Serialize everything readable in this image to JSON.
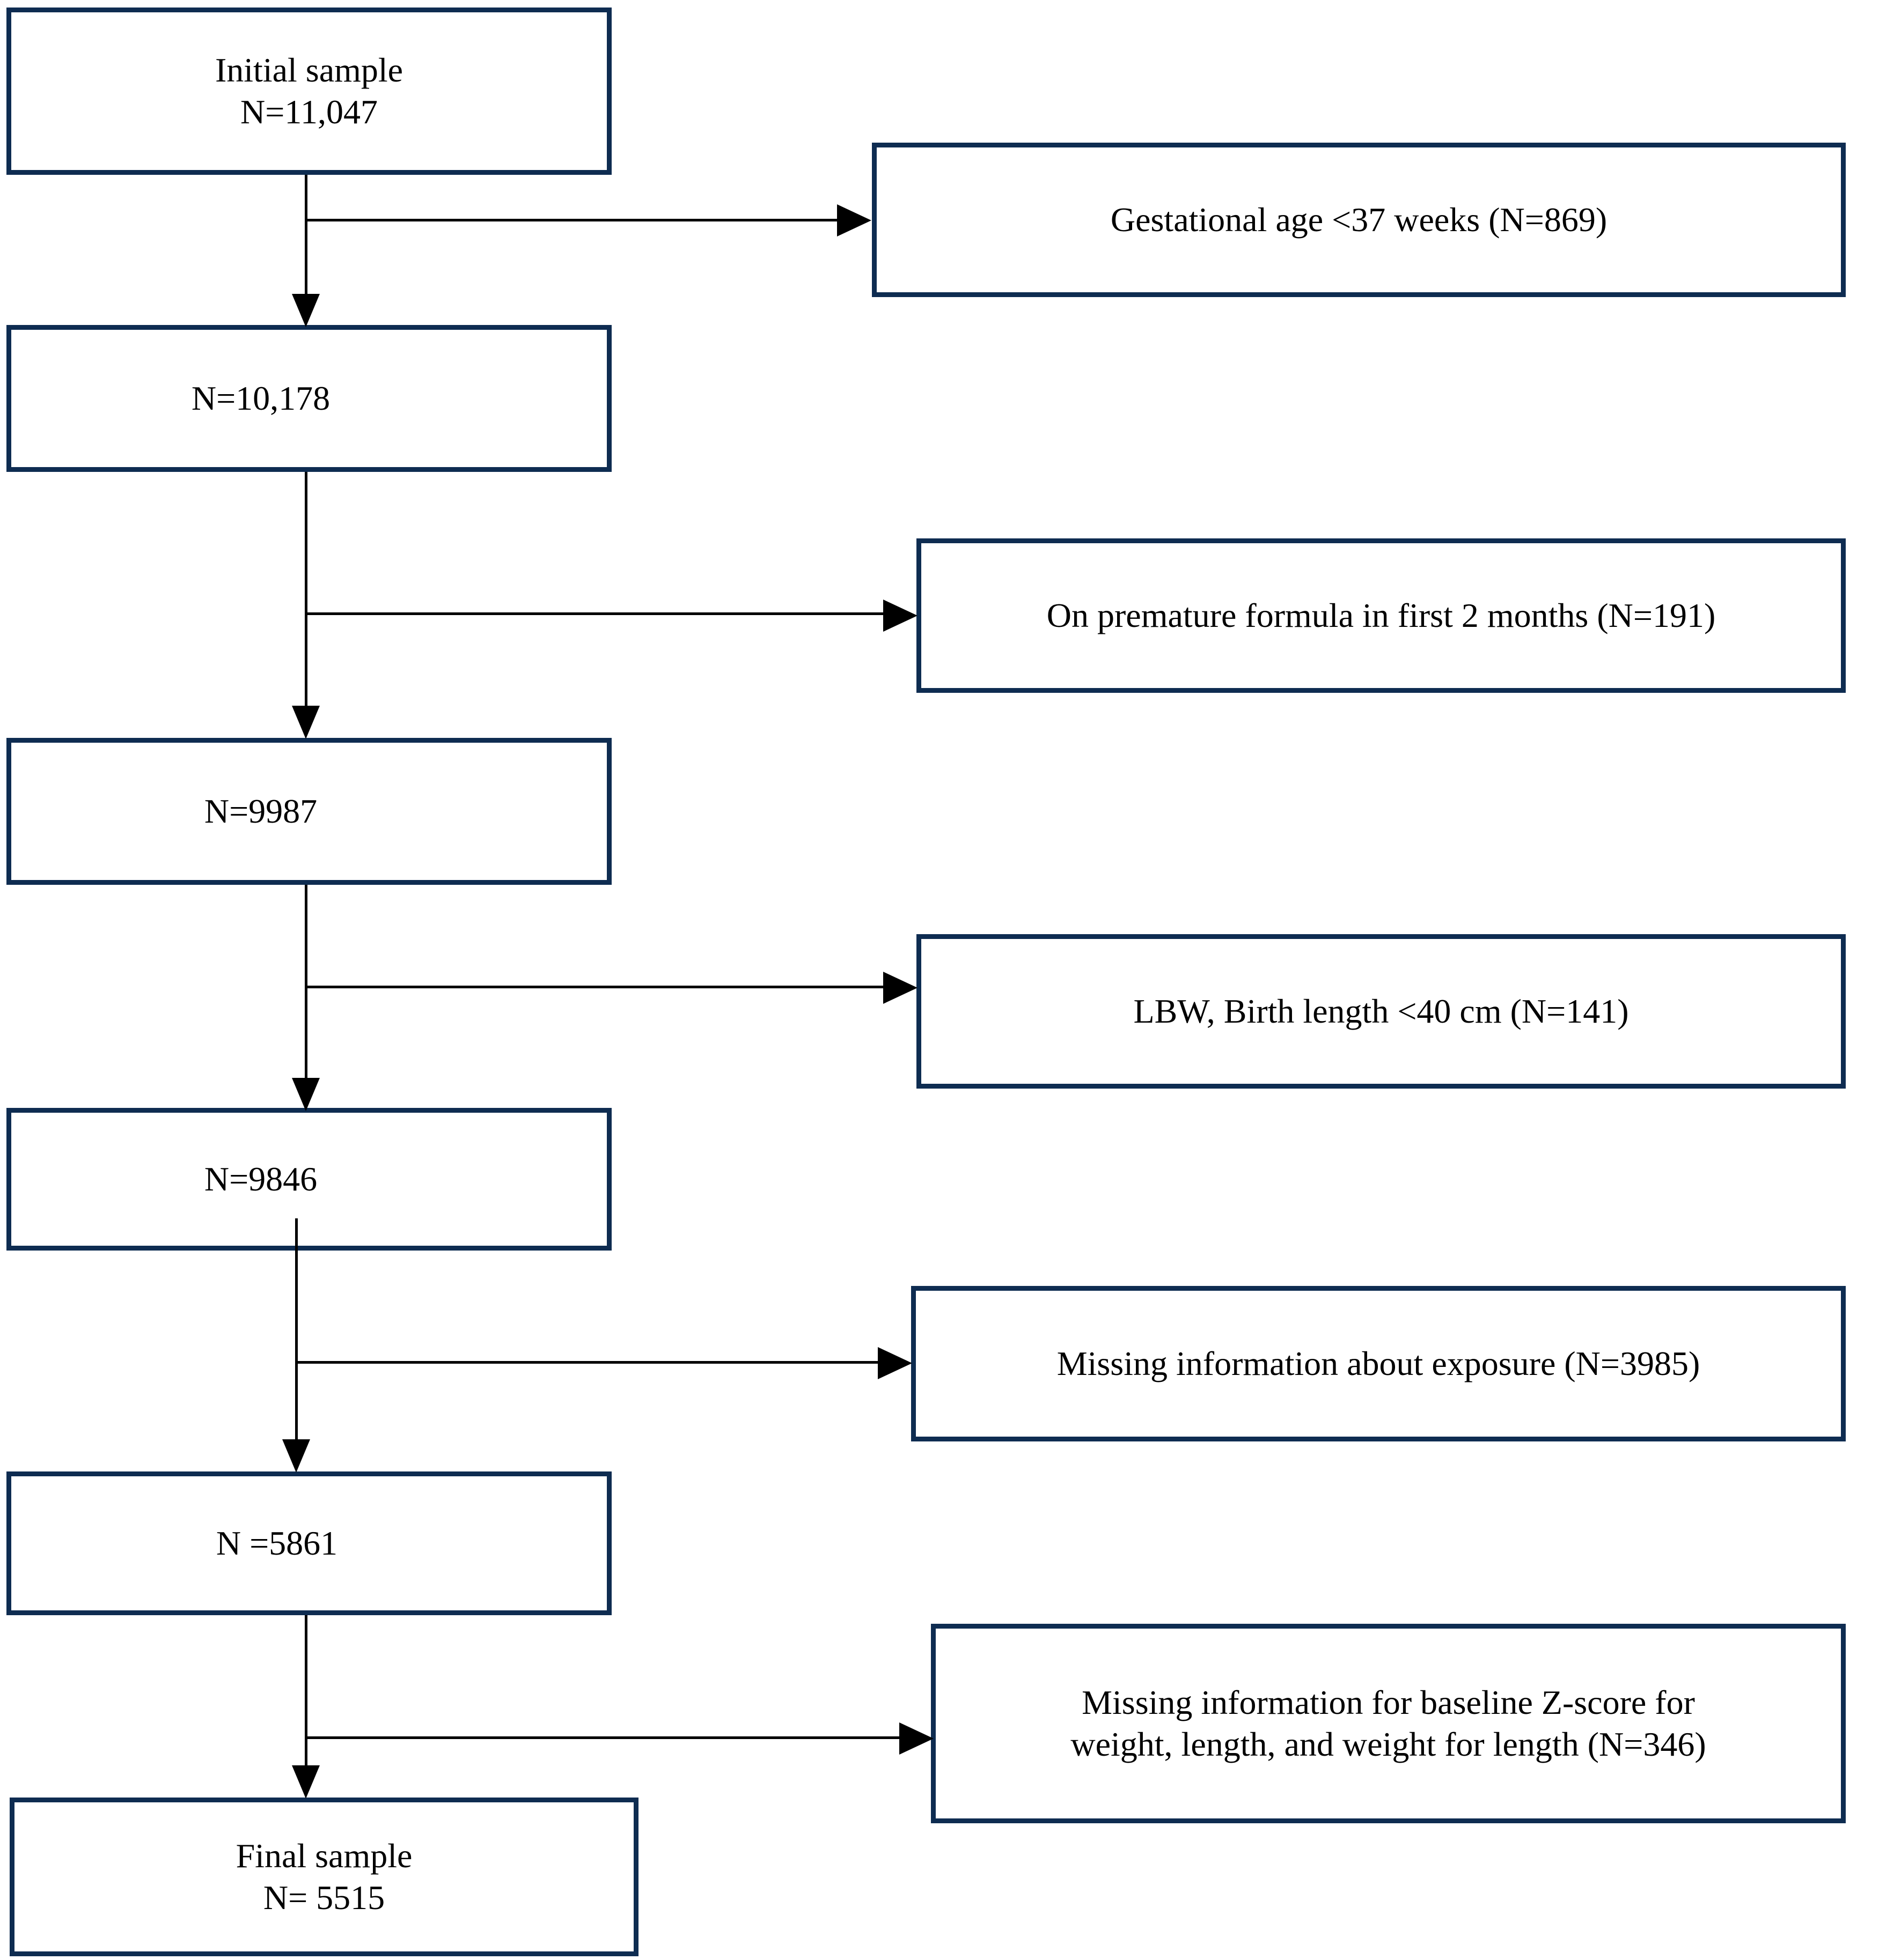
{
  "figure": {
    "type": "flowchart",
    "title": "Study sample selection flow diagram",
    "accent_color": "#0e2c51",
    "connector_color": "#000000",
    "background_color": "#ffffff"
  },
  "main_nodes": [
    {
      "id": "initial",
      "label": "Initial sample\nN=11,047"
    },
    {
      "id": "after_ga",
      "label": "N=10,178"
    },
    {
      "id": "after_pf",
      "label": "N=9987"
    },
    {
      "id": "after_lbw",
      "label": "N=9846"
    },
    {
      "id": "after_exp",
      "label": "N =5861"
    },
    {
      "id": "final",
      "label": "Final sample\nN= 5515"
    }
  ],
  "exclusion_nodes": [
    {
      "id": "excl_ga",
      "label": "Gestational age <37 weeks (N=869)"
    },
    {
      "id": "excl_pf",
      "label": "On premature formula in first 2 months (N=191)"
    },
    {
      "id": "excl_lbw",
      "label": "LBW, Birth length <40 cm (N=141)"
    },
    {
      "id": "excl_exp",
      "label": "Missing information about exposure (N=3985)"
    },
    {
      "id": "excl_z",
      "label": "Missing information for baseline Z-score for\nweight, length, and weight for length (N=346)"
    }
  ],
  "chart_data": {
    "type": "flowchart",
    "title": "Study sample selection flow diagram",
    "steps": [
      {
        "stage": "Initial sample",
        "n": 11047
      },
      {
        "stage": "After excluding gestational age <37 weeks",
        "n": 10178,
        "excluded": 869,
        "reason": "Gestational age <37 weeks"
      },
      {
        "stage": "After excluding premature formula in first 2 months",
        "n": 9987,
        "excluded": 191,
        "reason": "On premature formula in first 2 months"
      },
      {
        "stage": "After excluding LBW, birth length <40 cm",
        "n": 9846,
        "excluded": 141,
        "reason": "LBW, Birth length <40 cm"
      },
      {
        "stage": "After excluding missing exposure information",
        "n": 5861,
        "excluded": 3985,
        "reason": "Missing information about exposure"
      },
      {
        "stage": "Final sample",
        "n": 5515,
        "excluded": 346,
        "reason": "Missing information for baseline Z-score for weight, length, and weight for length"
      }
    ]
  }
}
